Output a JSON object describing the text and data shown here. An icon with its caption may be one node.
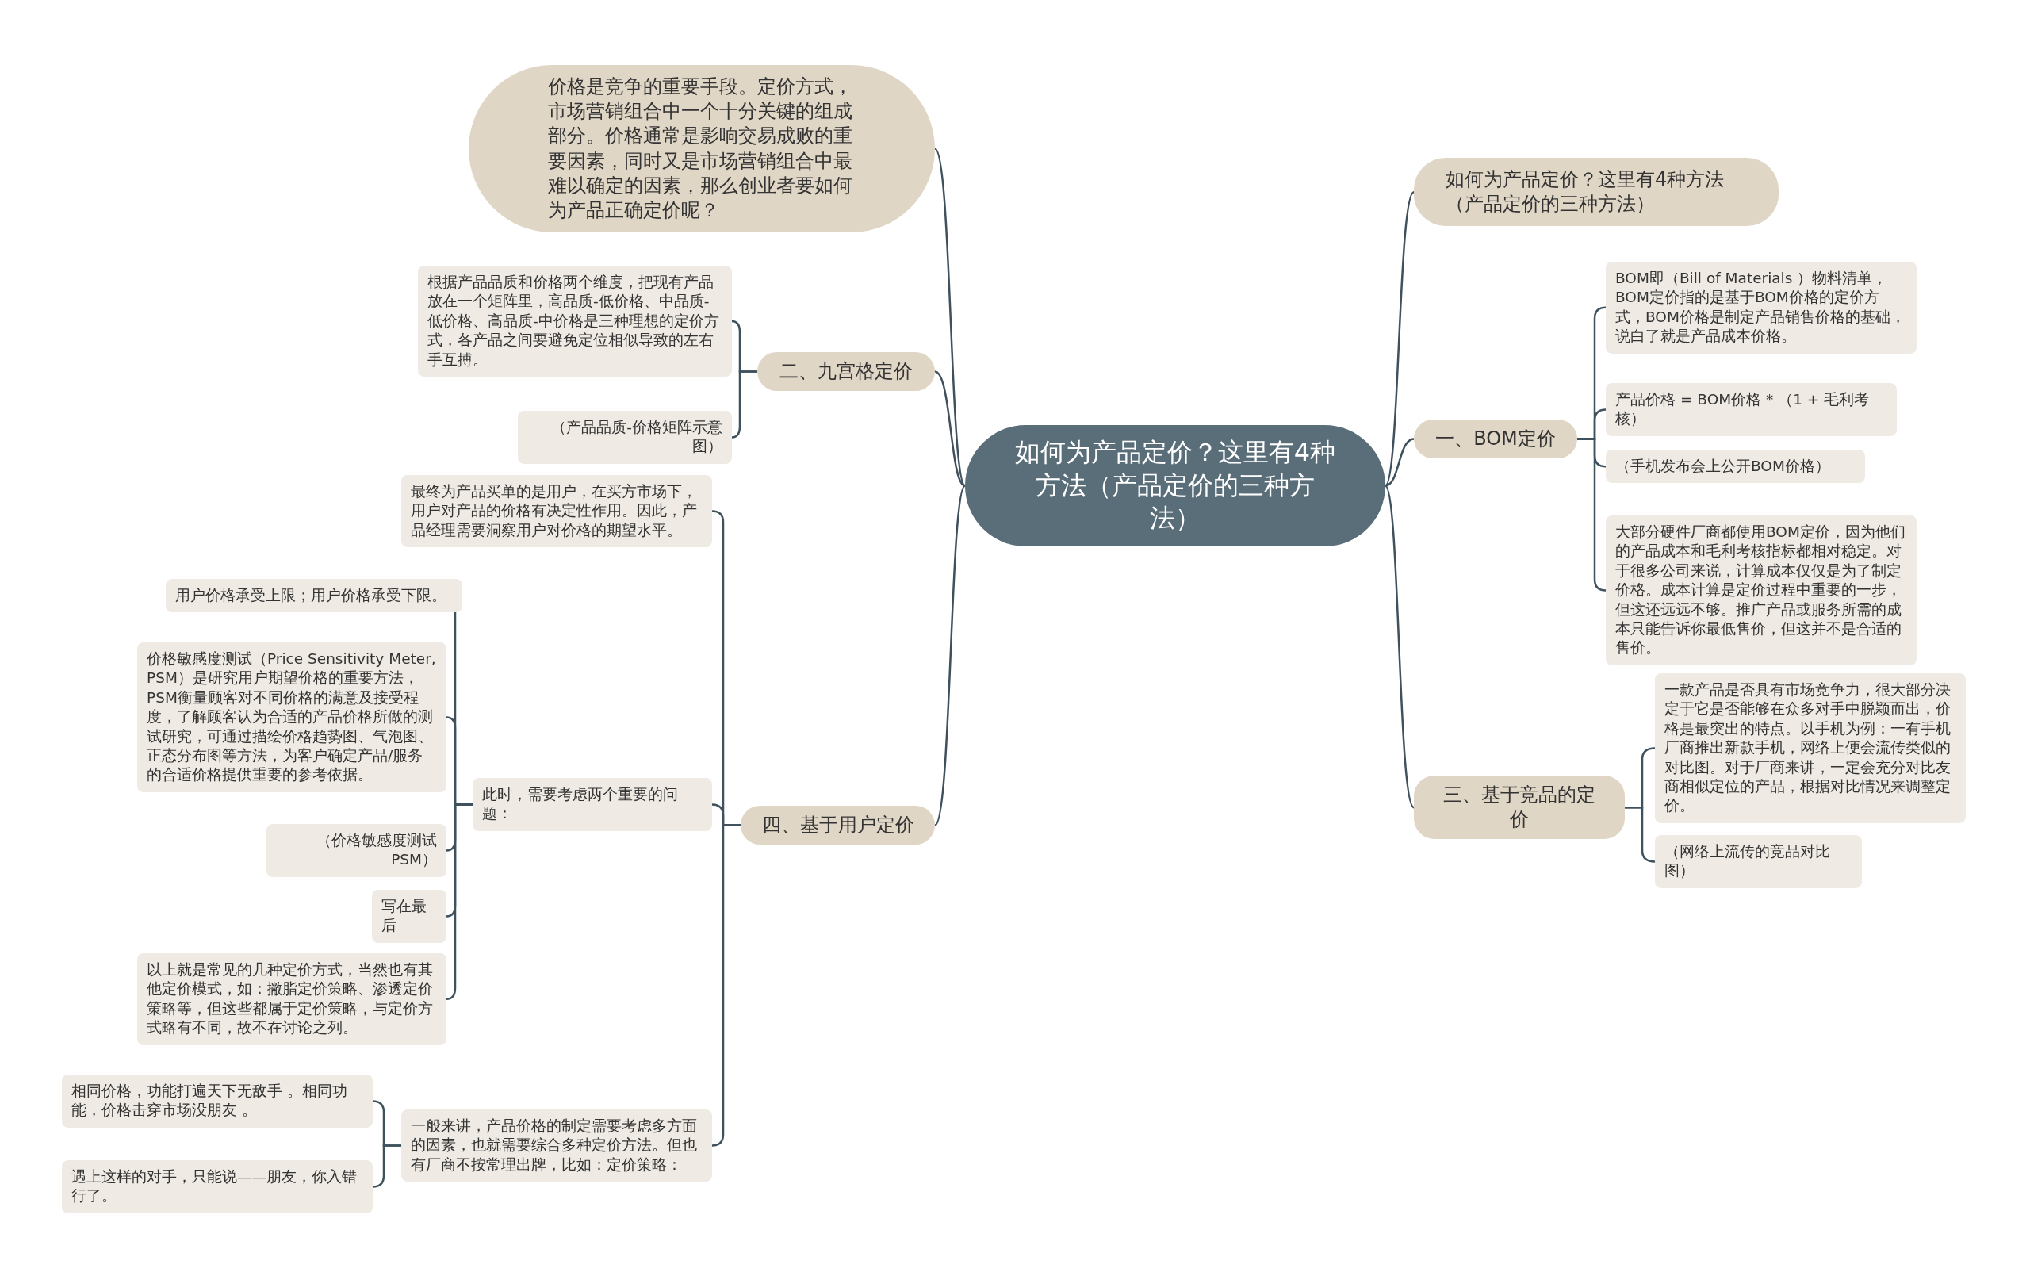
{
  "diagram": {
    "nodes": [
      {
        "text": [
          "如何为产品定价？这里有4种方法（产品定价的三种方法）"
        ]
      },
      {
        "text": [
          "价格是竞争的重要手段。定价方式，市场营销组合中一个十分关键的组成部分。价格通常是影响交易成败的重要因素，同时又是市场营销组合中最难以确定的因素，那么创业者要如何为产品正确定价呢？"
        ]
      },
      {
        "text": [
          "如何为产品定价？这里有4种方法（产品定价的三种方法）"
        ]
      },
      {
        "text": [
          "二、九宫格定价"
        ]
      },
      {
        "text": [
          "根据产品品质和价格两个维度，把现有产品放在一个矩阵里，高品质-低价格、中品质-低价格、高品质-中价格是三种理想的定价方式，各产品之间要避免定位相似导致的左右手互搏。"
        ]
      },
      {
        "text": [
          "（产品品质-价格矩阵示意图）"
        ]
      },
      {
        "text": [
          "一、BOM定价"
        ]
      },
      {
        "text": [
          "BOM即（Bill of Materials ）物料清单，BOM定价指的是基于BOM价格的定价方式，BOM价格是制定产品销售价格的基础，说白了就是产品成本价格。"
        ]
      },
      {
        "text": [
          "产品价格 = BOM价格 * （1 + 毛利考核）"
        ]
      },
      {
        "text": [
          "（手机发布会上公开BOM价格）"
        ]
      },
      {
        "text": [
          "大部分硬件厂商都使用BOM定价，因为他们的产品成本和毛利考核指标都相对稳定。对于很多公司来说，计算成本仅仅是为了制定价格。成本计算是定价过程中重要的一步，但这还远远不够。推广产品或服务所需的成本只能告诉你最低售价，但这并不是合适的售价。"
        ]
      },
      {
        "text": [
          "三、基于竞品的定价"
        ]
      },
      {
        "text": [
          "一款产品是否具有市场竞争力，很大部分决定于它是否能够在众多对手中脱颖而出，价格是最突出的特点。以手机为例：一有手机厂商推出新款手机，网络上便会流传类似的对比图。对于厂商来讲，一定会充分对比友商相似定位的产品，根据对比情况来调整定价。"
        ]
      },
      {
        "text": [
          "（网络上流传的竞品对比图）"
        ]
      },
      {
        "text": [
          "四、基于用户定价"
        ]
      },
      {
        "text": [
          "最终为产品买单的是用户，在买方市场下，用户对产品的价格有决定性作用。因此，产品经理需要洞察用户对价格的期望水平。"
        ]
      },
      {
        "text": [
          "此时，需要考虑两个重要的问题："
        ]
      },
      {
        "text": [
          "用户价格承受上限；用户价格承受下限。"
        ]
      },
      {
        "text": [
          "价格敏感度测试（Price Sensitivity Meter, PSM）是研究用户期望价格的重要方法，PSM衡量顾客对不同价格的满意及接受程度，了解顾客认为合适的产品价格所做的测试研究，可通过描绘价格趋势图、气泡图、正态分布图等方法，为客户确定产品/服务的合适价格提供重要的参考依据。"
        ]
      },
      {
        "text": [
          "（价格敏感度测试PSM）"
        ]
      },
      {
        "text": [
          "写在最后"
        ]
      },
      {
        "text": [
          "以上就是常见的几种定价方式，当然也有其他定价模式，如：撇脂定价策略、渗透定价策略等，但这些都属于定价策略，与定价方式略有不同，故不在讨论之列。"
        ]
      },
      {
        "text": [
          "一般来讲，产品价格的制定需要考虑多方面的因素，也就需要综合多种定价方法。但也有厂商不按常理出牌，比如：定价策略："
        ]
      },
      {
        "text": [
          "相同价格，功能打遍天下无敌手 。相同功能，价格击穿市场没朋友 。"
        ]
      },
      {
        "text": [
          "遇上这样的对手，只能说——朋友，你入错行了。"
        ]
      }
    ],
    "edges": [
      {
        "from": 0,
        "to": 1,
        "arrow": "none"
      },
      {
        "from": 0,
        "to": 2,
        "arrow": "none"
      },
      {
        "from": 0,
        "to": 3,
        "arrow": "none"
      },
      {
        "from": 0,
        "to": 6,
        "arrow": "none"
      },
      {
        "from": 0,
        "to": 11,
        "arrow": "none"
      },
      {
        "from": 0,
        "to": 14,
        "arrow": "none"
      },
      {
        "from": 3,
        "to": 4,
        "arrow": "none"
      },
      {
        "from": 3,
        "to": 5,
        "arrow": "none"
      },
      {
        "from": 6,
        "to": 7,
        "arrow": "none"
      },
      {
        "from": 6,
        "to": 8,
        "arrow": "none"
      },
      {
        "from": 6,
        "to": 9,
        "arrow": "none"
      },
      {
        "from": 6,
        "to": 10,
        "arrow": "none"
      },
      {
        "from": 11,
        "to": 12,
        "arrow": "none"
      },
      {
        "from": 11,
        "to": 13,
        "arrow": "none"
      },
      {
        "from": 14,
        "to": 15,
        "arrow": "none"
      },
      {
        "from": 14,
        "to": 16,
        "arrow": "none"
      },
      {
        "from": 14,
        "to": 22,
        "arrow": "none"
      },
      {
        "from": 16,
        "to": 17,
        "arrow": "none"
      },
      {
        "from": 16,
        "to": 18,
        "arrow": "none"
      },
      {
        "from": 16,
        "to": 19,
        "arrow": "none"
      },
      {
        "from": 16,
        "to": 20,
        "arrow": "none"
      },
      {
        "from": 16,
        "to": 21,
        "arrow": "none"
      },
      {
        "from": 22,
        "to": 23,
        "arrow": "none"
      },
      {
        "from": 22,
        "to": 24,
        "arrow": "none"
      }
    ]
  }
}
